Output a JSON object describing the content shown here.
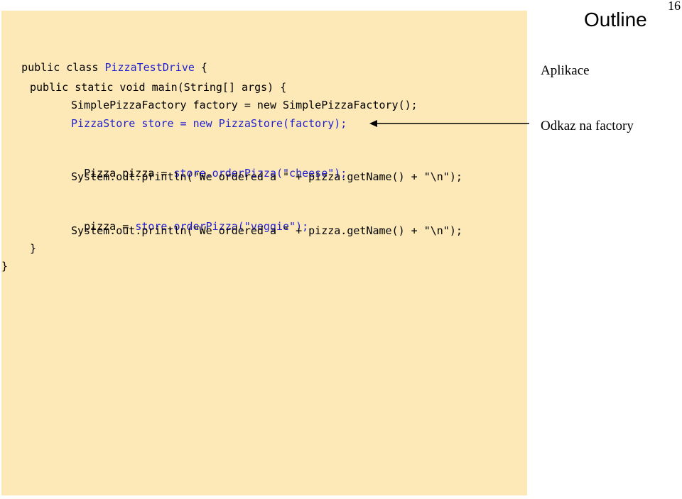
{
  "page_number": "16",
  "outline": {
    "title": "Outline",
    "entries": [
      "Aplikace",
      "Odkaz na factory"
    ]
  },
  "code": {
    "l1a": "public class ",
    "l1b": "PizzaTestDrive",
    "l1c": " {",
    "l2": "public static void main(String[] args) {",
    "l3": "SimplePizzaFactory factory = new SimplePizzaFactory();",
    "l4": "PizzaStore store = new PizzaStore(factory);",
    "l5a": "Pizza pizza = ",
    "l5b": "store.orderPizza(\"cheese\");",
    "l6": "System.out.println(\"We ordered a \" + pizza.getName() + \"\\n\");",
    "l7a": "pizza = ",
    "l7b": "store.orderPizza(\"veggie\");",
    "l8": "System.out.println(\"We ordered a \" + pizza.getName() + \"\\n\");",
    "l9": "}",
    "l10": "}"
  }
}
